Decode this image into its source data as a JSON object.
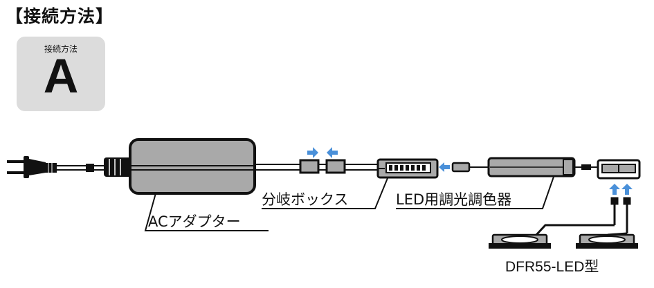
{
  "heading": "【接続方法】",
  "method": {
    "caption": "接続方法",
    "letter": "A"
  },
  "labels": {
    "ac_adapter": "ACアダプター",
    "branch_box": "分岐ボックス",
    "dimmer": "LED用調光調色器",
    "model": "DFR55-LED型"
  },
  "colors": {
    "badge_bg": "#dcdcdc",
    "device_gray": "#a9a9a9",
    "arrow_blue": "#4a90d9",
    "line": "#111111"
  }
}
